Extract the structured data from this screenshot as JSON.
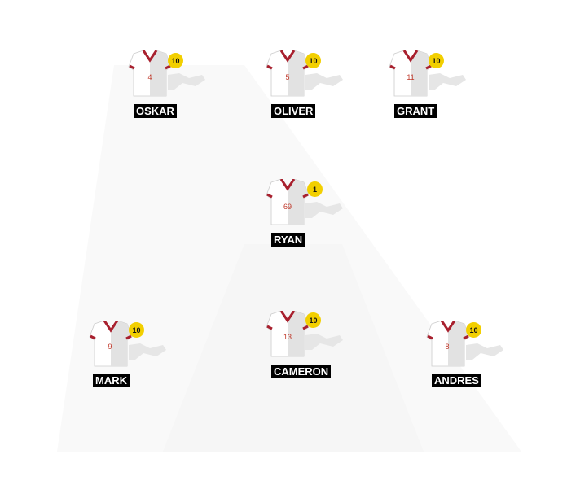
{
  "players": [
    {
      "name": "OSKAR",
      "number": "4",
      "rating": "10"
    },
    {
      "name": "OLIVER",
      "number": "5",
      "rating": "10"
    },
    {
      "name": "GRANT",
      "number": "11",
      "rating": "10"
    },
    {
      "name": "RYAN",
      "number": "69",
      "rating": "1"
    },
    {
      "name": "MARK",
      "number": "9",
      "rating": "10"
    },
    {
      "name": "CAMERON",
      "number": "13",
      "rating": "10"
    },
    {
      "name": "ANDRES",
      "number": "8",
      "rating": "10"
    }
  ],
  "colors": {
    "shirt": "#ffffff",
    "shirt_shade": "#e0e0e0",
    "trim": "#a8202e",
    "number": "#c0392b",
    "badge": "#f2cf00",
    "label_bg": "#000000"
  }
}
